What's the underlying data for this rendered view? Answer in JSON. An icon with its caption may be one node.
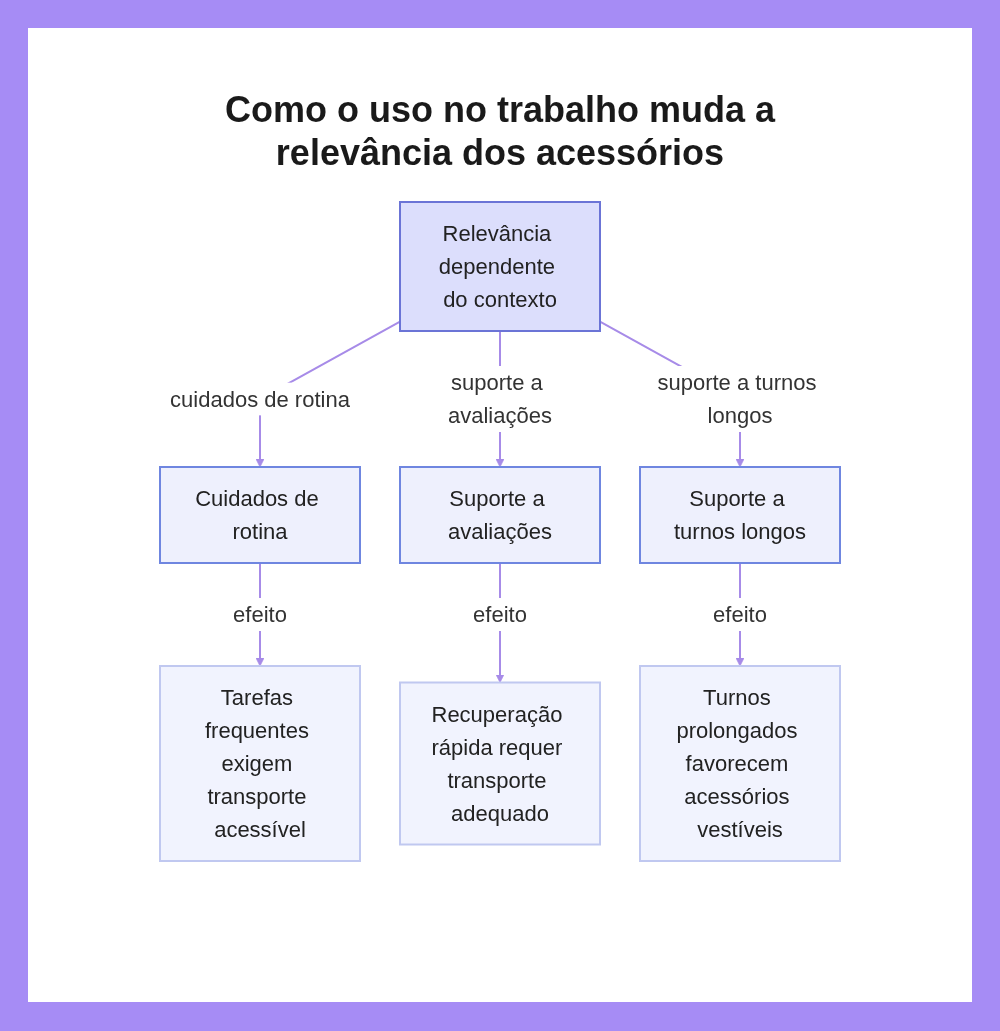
{
  "diagram": {
    "title": "Como o uso no trabalho muda a relevância dos acessórios",
    "nodes": [
      {
        "text": [
          "Relevância dependente do contexto"
        ]
      },
      {
        "text": [
          "Cuidados de rotina"
        ]
      },
      {
        "text": [
          "Suporte a avaliações"
        ]
      },
      {
        "text": [
          "Suporte a turnos longos"
        ]
      },
      {
        "text": [
          "Tarefas frequentes exigem transporte acessível"
        ]
      },
      {
        "text": [
          "Recuperação rápida requer transporte adequado"
        ]
      },
      {
        "text": [
          "Turnos prolongados favorecem acessórios vestíveis"
        ]
      }
    ],
    "edges": [
      {
        "from": 0,
        "to": 1,
        "arrow": "to",
        "label": "cuidados de rotina"
      },
      {
        "from": 0,
        "to": 2,
        "arrow": "to",
        "label": "suporte a avaliações"
      },
      {
        "from": 0,
        "to": 3,
        "arrow": "to",
        "label": "suporte a turnos longos"
      },
      {
        "from": 1,
        "to": 4,
        "arrow": "to",
        "label": "efeito"
      },
      {
        "from": 2,
        "to": 5,
        "arrow": "to",
        "label": "efeito"
      },
      {
        "from": 3,
        "to": 6,
        "arrow": "to",
        "label": "efeito"
      }
    ]
  }
}
